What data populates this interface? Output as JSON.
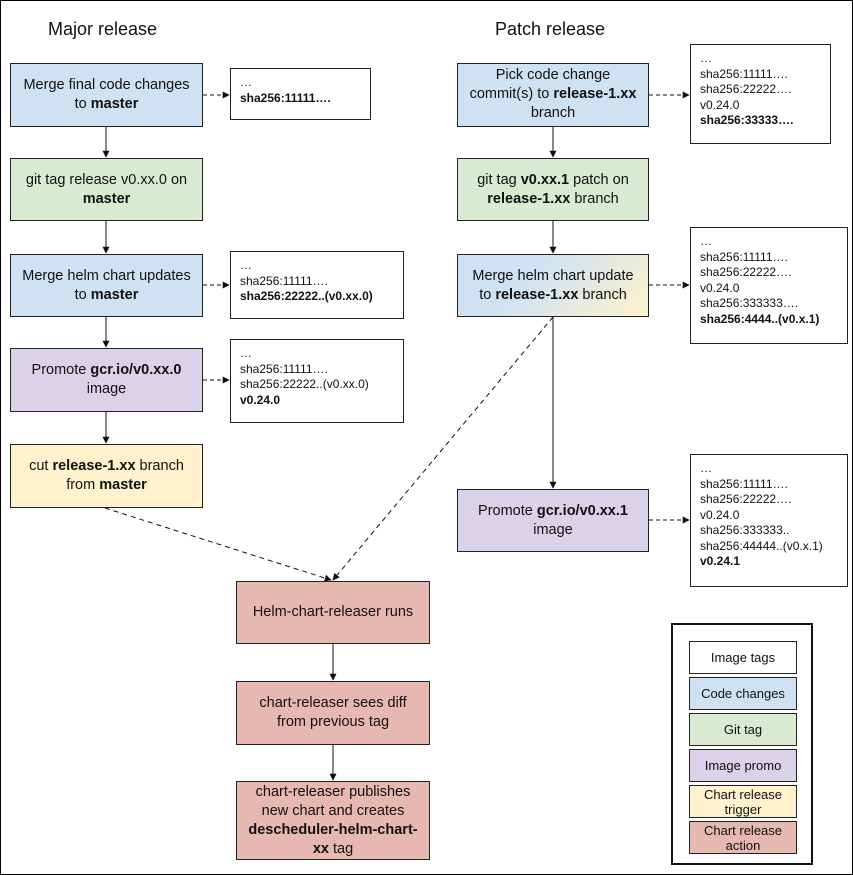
{
  "headings": {
    "major": "Major release",
    "patch": "Patch release"
  },
  "major": {
    "merge_code": [
      "Merge final code changes to ",
      {
        "b": "master"
      }
    ],
    "git_tag": [
      "git tag release v0.xx.0 on ",
      {
        "b": "master"
      }
    ],
    "merge_helm": [
      "Merge helm chart updates to ",
      {
        "b": "master"
      }
    ],
    "promote": [
      "Promote ",
      {
        "b": "gcr.io/v0.xx.0"
      },
      " image"
    ],
    "cut_branch": [
      "cut ",
      {
        "b": "release-1.xx"
      },
      " branch from ",
      {
        "b": "master"
      }
    ]
  },
  "patch": {
    "pick": [
      "Pick code change commit(s) to ",
      {
        "b": "release-1.xx"
      },
      " branch"
    ],
    "git_tag": [
      "git tag ",
      {
        "b": "v0.xx.1"
      },
      " patch on ",
      {
        "b": "release-1.xx"
      },
      " branch"
    ],
    "merge_helm": [
      "Merge helm chart update to ",
      {
        "b": "release-1.xx"
      },
      " branch"
    ],
    "promote": [
      "Promote ",
      {
        "b": "gcr.io/v0.xx.1"
      },
      " image"
    ]
  },
  "chart": {
    "runs": [
      "Helm-chart-releaser runs"
    ],
    "diff": [
      "chart-releaser sees diff from previous tag"
    ],
    "publish": [
      "chart-releaser publishes new chart and creates ",
      {
        "b": "descheduler-helm-ch"
      },
      {
        "b": "art-xx"
      },
      " tag"
    ]
  },
  "image_tags": {
    "major_1": [
      {
        "t": "…"
      },
      {
        "t": "sha256:11111….",
        "b": true
      }
    ],
    "major_2": [
      {
        "t": "…"
      },
      {
        "t": "sha256:11111…."
      },
      {
        "t": "sha256:22222..(v0.xx.0)",
        "b": true
      }
    ],
    "major_3": [
      {
        "t": "…"
      },
      {
        "t": "sha256:11111…."
      },
      {
        "t": "sha256:22222..(v0.xx.0)"
      },
      {
        "t": "v0.24.0",
        "b": true
      }
    ],
    "patch_1": [
      {
        "t": "…"
      },
      {
        "t": "sha256:11111…."
      },
      {
        "t": "sha256:22222…."
      },
      {
        "t": "v0.24.0"
      },
      {
        "t": "sha256:33333….",
        "b": true
      }
    ],
    "patch_2": [
      {
        "t": "…"
      },
      {
        "t": "sha256:11111…."
      },
      {
        "t": "sha256:22222…."
      },
      {
        "t": "v0.24.0"
      },
      {
        "t": "sha256:333333…."
      },
      {
        "t": "sha256:4444..(v0.x.1)",
        "b": true
      }
    ],
    "patch_3": [
      {
        "t": "…"
      },
      {
        "t": "sha256:11111…."
      },
      {
        "t": "sha256:22222…."
      },
      {
        "t": "v0.24.0"
      },
      {
        "t": "sha256:333333.."
      },
      {
        "t": "sha256:44444..(v0.x.1)"
      },
      {
        "t": "v0.24.1",
        "b": true
      }
    ]
  },
  "legend": {
    "image_tags": "Image tags",
    "code_changes": "Code changes",
    "git_tag": "Git tag",
    "image_promo": "Image promo",
    "chart_trigger": "Chart release trigger",
    "chart_action": "Chart release action"
  },
  "colors": {
    "code_changes": "#cfe2f3",
    "git_tag": "#d9ead3",
    "image_promo": "#d9d2e9",
    "chart_trigger": "#fff2cc",
    "chart_action": "#e6b8af",
    "image_tags": "#ffffff"
  }
}
